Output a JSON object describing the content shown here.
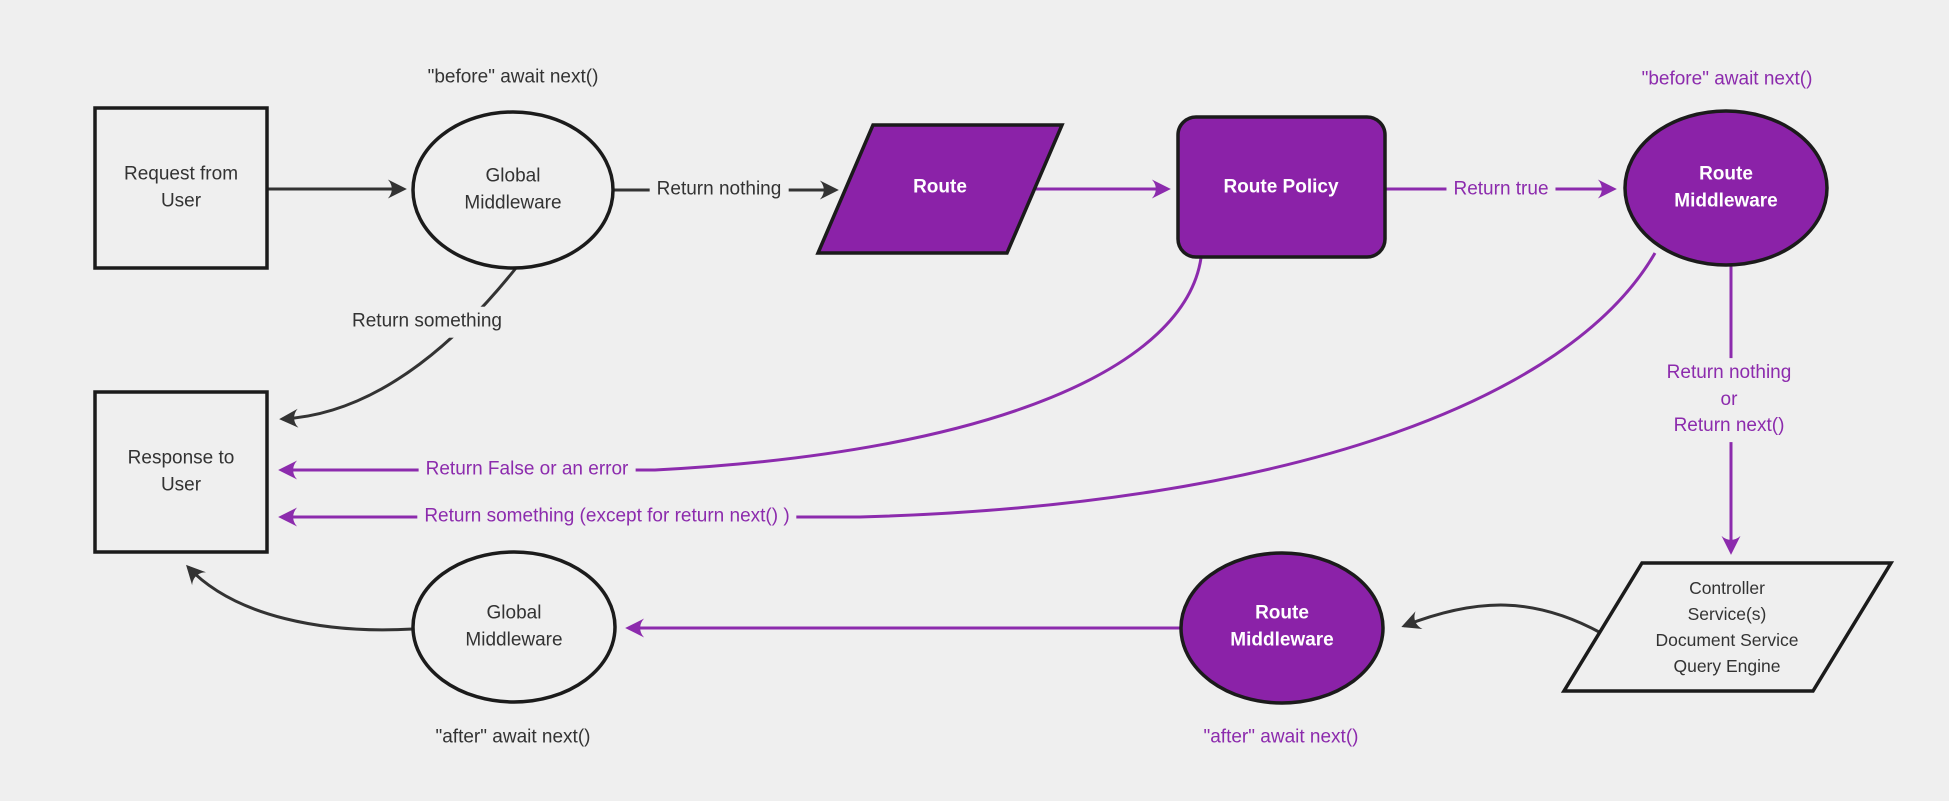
{
  "colors": {
    "background": "#efefef",
    "purple_fill": "#8b22a8",
    "purple_line": "#8c2bad",
    "purple_text": "#8c2bad",
    "black_line": "#333333",
    "node_border": "#1b1b1b",
    "dark_text": "#333333",
    "white_text": "#ffffff"
  },
  "nodes": {
    "request": {
      "label": "Request from User"
    },
    "global_mw_top": {
      "label": "Global Middleware"
    },
    "route": {
      "label": "Route"
    },
    "route_policy": {
      "label": "Route Policy"
    },
    "route_mw_top": {
      "label": "Route Middleware"
    },
    "response": {
      "label": "Response to User"
    },
    "controller": {
      "lines": [
        "Controller",
        "Service(s)",
        "Document Service",
        "Query Engine"
      ]
    },
    "route_mw_bottom": {
      "label": "Route Middleware"
    },
    "global_mw_bottom": {
      "label": "Global Middleware"
    }
  },
  "edge_labels": {
    "before_top": "\"before\" await next()",
    "before_right": "\"before\" await next()",
    "return_nothing": "Return nothing",
    "return_something": "Return something",
    "return_true": "Return true",
    "return_false": "Return False or an error",
    "return_something_except": "Return something (except for return next() )",
    "return_nothing_or": [
      "Return nothing",
      "or",
      "Return next()"
    ],
    "after_bottom_mid": "\"after\" await next()",
    "after_bottom_left": "\"after\" await next()"
  }
}
